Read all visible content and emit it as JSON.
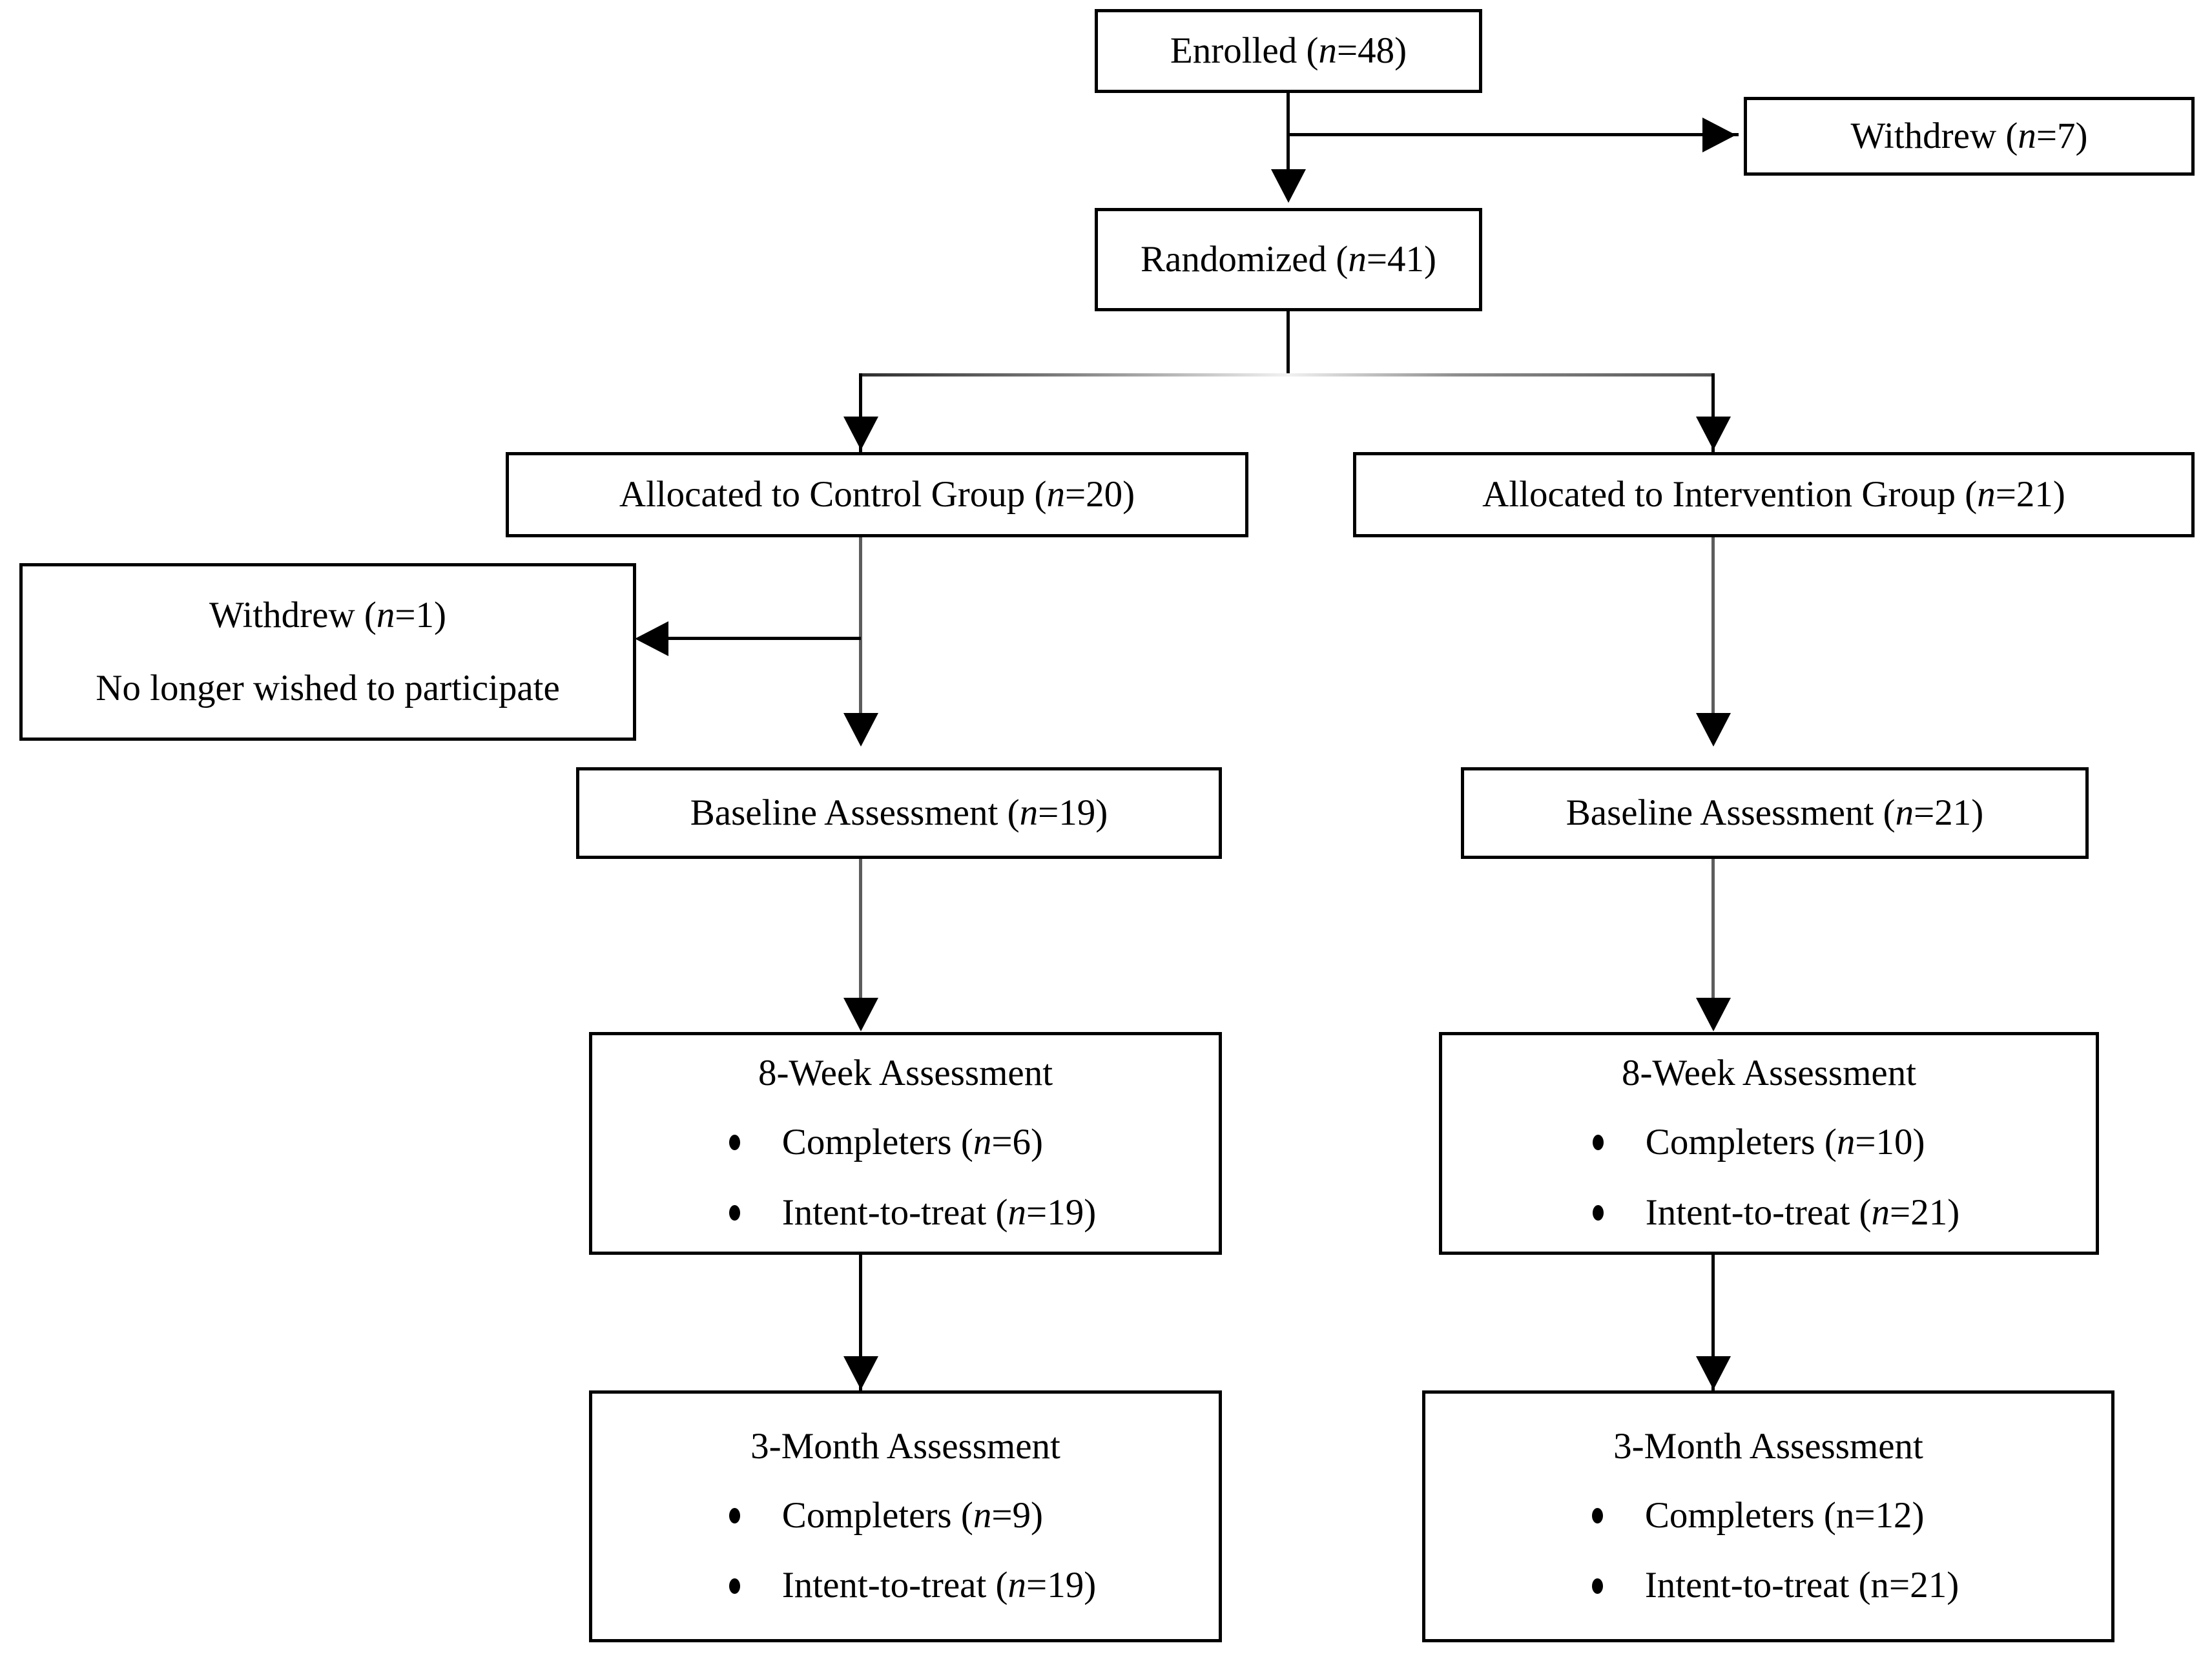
{
  "diagram": {
    "type": "consort-flow-diagram",
    "title": "CONSORT participant flow",
    "colors": {
      "stroke": "#000000",
      "background": "#ffffff",
      "faint_connector": "#9a9a9a"
    },
    "nodes": {
      "enrolled": {
        "label": "Enrolled (",
        "n_symbol": "n",
        "n_value": "=48)",
        "full_text": "Enrolled (n=48)",
        "count": 48
      },
      "withdrew_top": {
        "label": "Withdrew (",
        "n_symbol": "n",
        "n_value": "=7)",
        "full_text": "Withdrew (n=7)",
        "count": 7
      },
      "randomized": {
        "label": "Randomized (",
        "n_symbol": "n",
        "n_value": "=41)",
        "full_text": "Randomized (n=41)",
        "count": 41
      },
      "alloc_control": {
        "label": "Allocated to Control Group (",
        "n_symbol": "n",
        "n_value": "=20)",
        "full_text": "Allocated to Control Group (n=20)",
        "count": 20
      },
      "alloc_intervention": {
        "label": "Allocated to Intervention Group (",
        "n_symbol": "n",
        "n_value": "=21)",
        "full_text": "Allocated to Intervention Group (n=21)",
        "count": 21
      },
      "withdrew_control": {
        "line1_label": "Withdrew (",
        "line1_n_symbol": "n",
        "line1_n_value": "=1)",
        "line1_full": "Withdrew (n=1)",
        "line2": "No longer wished to participate",
        "count": 1
      },
      "baseline_control": {
        "label": "Baseline Assessment (",
        "n_symbol": "n",
        "n_value": "=19)",
        "full_text": "Baseline Assessment (n=19)",
        "count": 19
      },
      "baseline_intervention": {
        "label": "Baseline Assessment (",
        "n_symbol": "n",
        "n_value": "=21)",
        "full_text": "Baseline Assessment (n=21)",
        "count": 21
      },
      "week8_control": {
        "title": "8-Week Assessment",
        "bullets": [
          {
            "label": "Completers (",
            "n_symbol": "n",
            "n_value": "=6)",
            "full_text": "Completers (n=6)",
            "count": 6
          },
          {
            "label": "Intent-to-treat (",
            "n_symbol": "n",
            "n_value": "=19)",
            "full_text": "Intent-to-treat (n=19)",
            "count": 19
          }
        ]
      },
      "week8_intervention": {
        "title": "8-Week Assessment",
        "bullets": [
          {
            "label": "Completers (",
            "n_symbol": "n",
            "n_value": "=10)",
            "full_text": "Completers (n=10)",
            "count": 10
          },
          {
            "label": "Intent-to-treat (",
            "n_symbol": "n",
            "n_value": "=21)",
            "full_text": "Intent-to-treat (n=21)",
            "count": 21
          }
        ]
      },
      "month3_control": {
        "title": "3-Month Assessment",
        "bullets": [
          {
            "label": "Completers (",
            "n_symbol": "n",
            "n_value": "=9)",
            "full_text": "Completers (n=9)",
            "count": 9
          },
          {
            "label": "Intent-to-treat (",
            "n_symbol": "n",
            "n_value": "=19)",
            "full_text": "Intent-to-treat (n=19)",
            "count": 19
          }
        ]
      },
      "month3_intervention": {
        "title": "3-Month Assessment",
        "bullets": [
          {
            "label": "Completers (n=12)",
            "full_text": "Completers (n=12)",
            "count": 12
          },
          {
            "label": "Intent-to-treat (n=21)",
            "full_text": "Intent-to-treat (n=21)",
            "count": 21
          }
        ]
      }
    },
    "edges": [
      {
        "from": "enrolled",
        "to": "randomized",
        "kind": "arrow-down"
      },
      {
        "from": "enrolled",
        "to": "withdrew_top",
        "kind": "arrow-right"
      },
      {
        "from": "randomized",
        "to": "alloc_control",
        "kind": "split-arrow-down"
      },
      {
        "from": "randomized",
        "to": "alloc_intervention",
        "kind": "split-arrow-down"
      },
      {
        "from": "alloc_control",
        "to": "withdrew_control",
        "kind": "arrow-left"
      },
      {
        "from": "alloc_control",
        "to": "baseline_control",
        "kind": "arrow-down"
      },
      {
        "from": "alloc_intervention",
        "to": "baseline_intervention",
        "kind": "arrow-down"
      },
      {
        "from": "baseline_control",
        "to": "week8_control",
        "kind": "arrow-down"
      },
      {
        "from": "baseline_intervention",
        "to": "week8_intervention",
        "kind": "arrow-down"
      },
      {
        "from": "week8_control",
        "to": "month3_control",
        "kind": "arrow-down"
      },
      {
        "from": "week8_intervention",
        "to": "month3_intervention",
        "kind": "arrow-down"
      }
    ]
  }
}
